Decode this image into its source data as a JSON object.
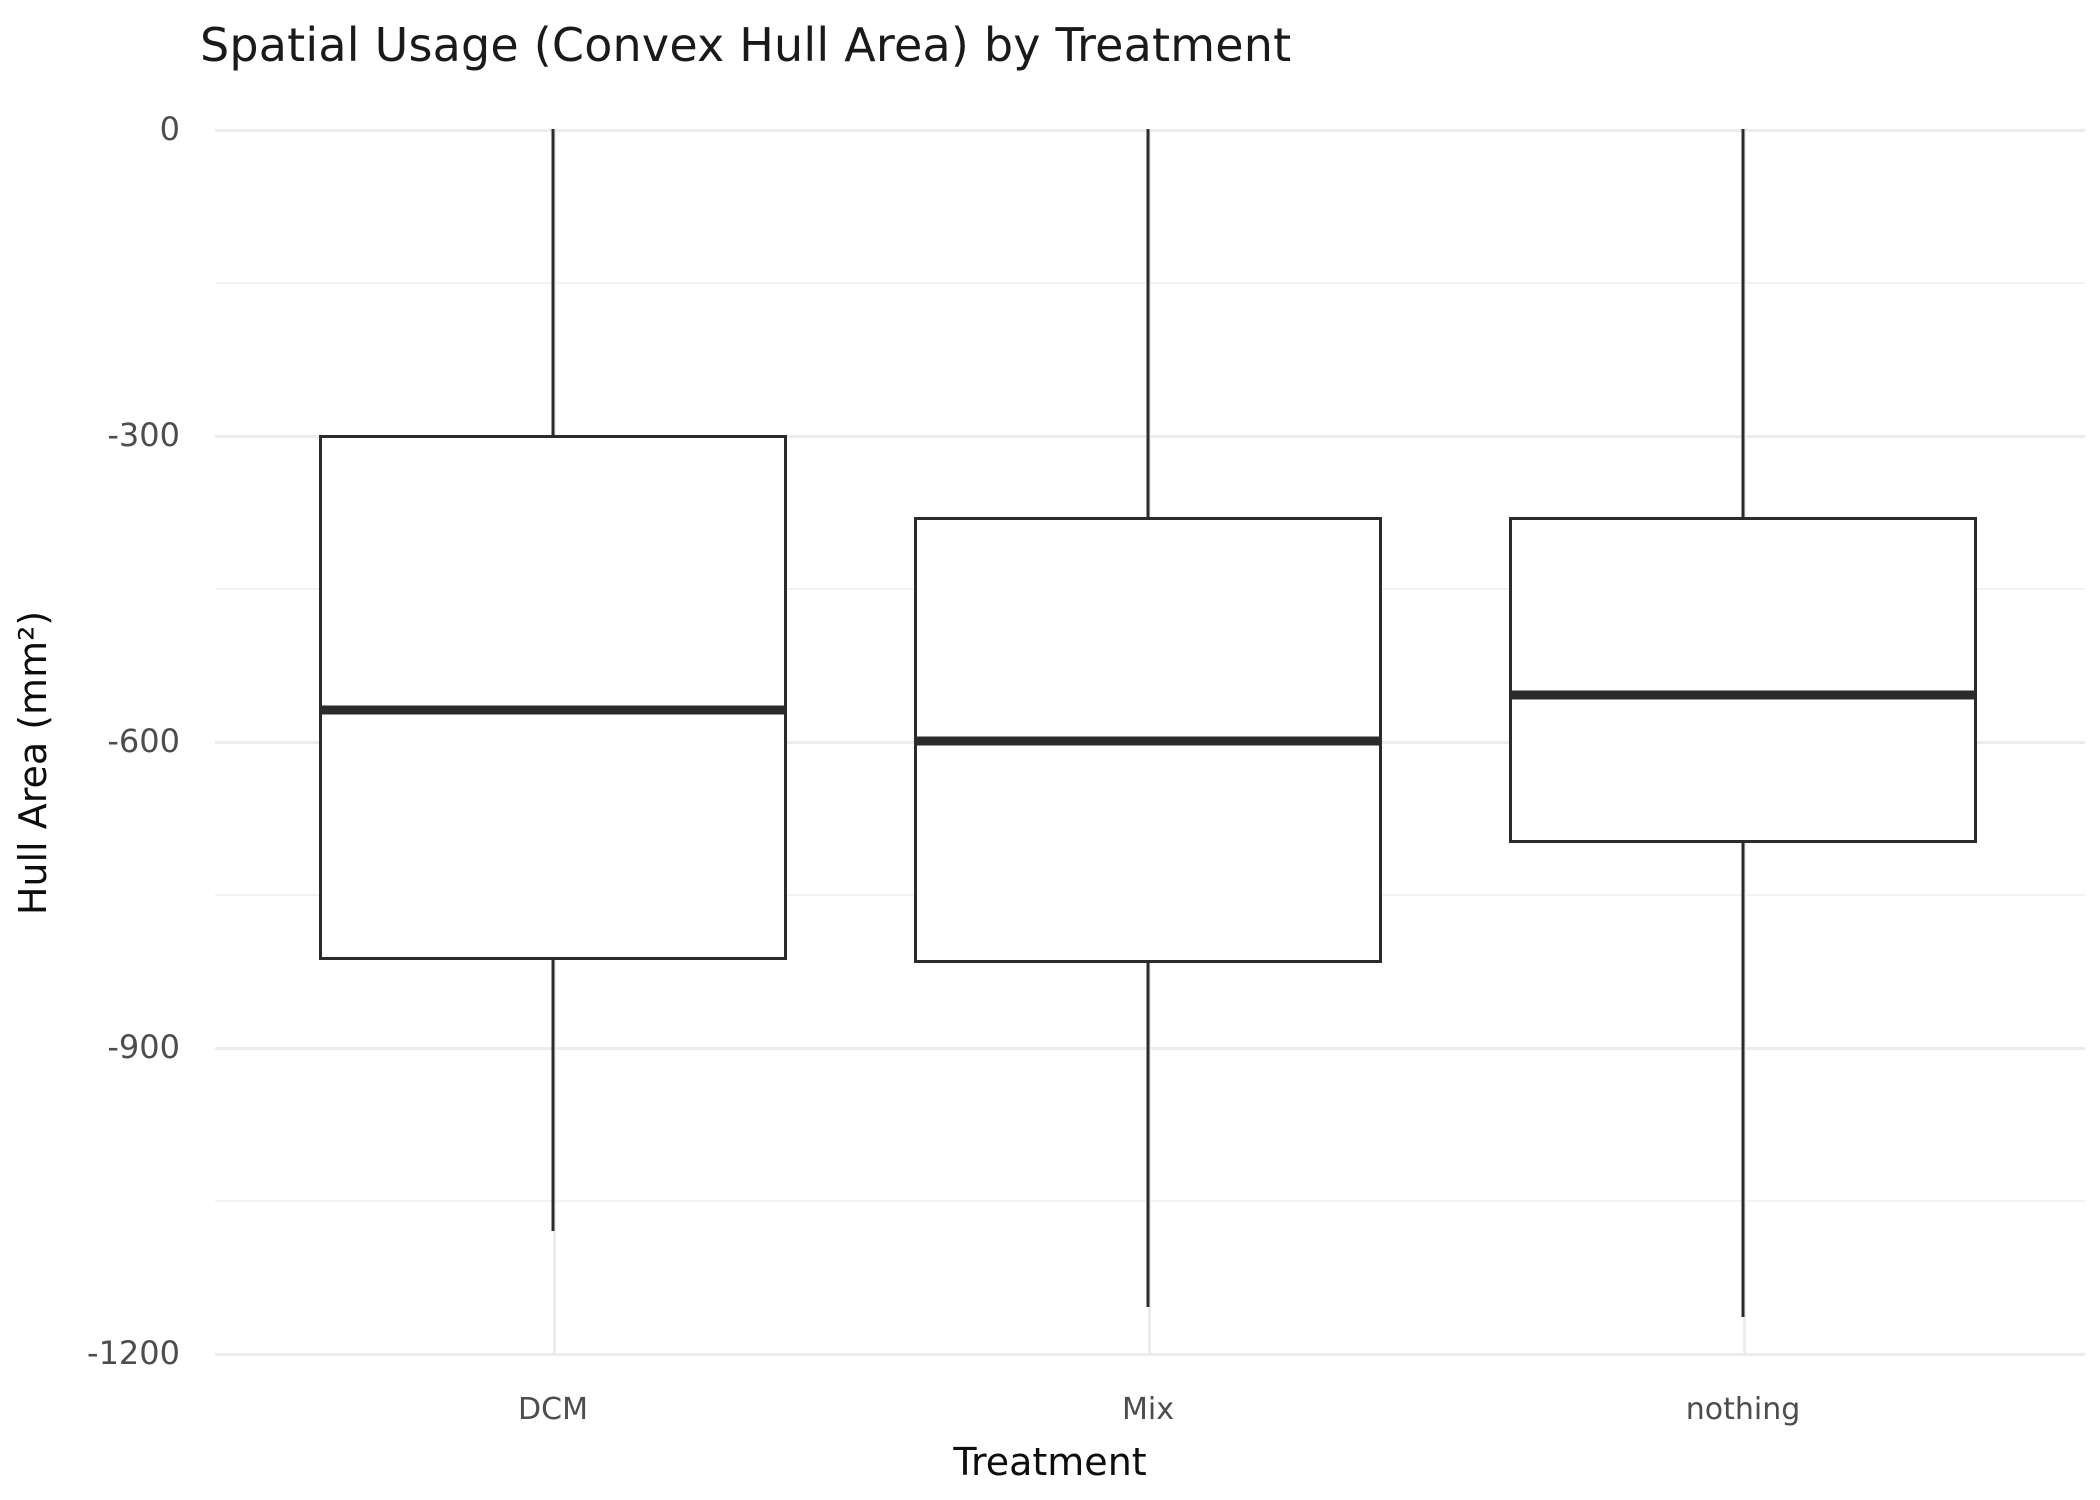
{
  "chart_data": {
    "type": "box",
    "title": "Spatial Usage (Convex Hull Area) by Treatment",
    "xlabel": "Treatment",
    "ylabel": "Hull Area (mm²)",
    "categories": [
      "DCM",
      "Mix",
      "nothing"
    ],
    "ylim": [
      -1200,
      0
    ],
    "ytick_labels": [
      "0",
      "-300",
      "-600",
      "-900",
      "-1200"
    ],
    "ytick_values": [
      0,
      -300,
      -600,
      -900,
      -1200
    ],
    "minor_ticks": [
      -150,
      -450,
      -750,
      -1050
    ],
    "grid": true,
    "legend": "none",
    "boxes": [
      {
        "name": "DCM",
        "whisker_high": 0,
        "q3": -300,
        "median": -570,
        "q1": -815,
        "whisker_low": -1080
      },
      {
        "name": "Mix",
        "whisker_high": 0,
        "q3": -380,
        "median": -600,
        "q1": -818,
        "whisker_low": -1155
      },
      {
        "name": "nothing",
        "whisker_high": 0,
        "q3": -380,
        "median": -555,
        "q1": -700,
        "whisker_low": -1165
      }
    ],
    "colors": {
      "box_line": "#2b2b2b",
      "box_fill": "#ffffff",
      "median_line": "#2b2b2b",
      "grid": "#ececec",
      "grid_minor": "#f3f3f3",
      "panel_background": "#ffffff",
      "title_text": "#1a1a1a",
      "tick_text": "#4d4d4d",
      "axis_title_text": "#0d0d0d"
    }
  },
  "ytick_positions": {
    "0": 0,
    "-300": 306,
    "-600": 612,
    "-900": 918,
    "-1200": 1224
  }
}
